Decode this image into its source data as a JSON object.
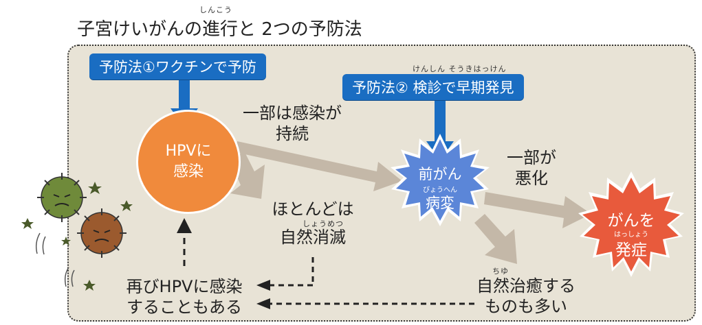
{
  "title": {
    "main": "子宮けいがんの進行と 2つの予防法",
    "furigana": "しんこう"
  },
  "prevention": {
    "vaccine": "予防法①ワクチンで予防",
    "screening": "予防法② 検診で早期発見",
    "screening_furigana": "けんしん    そうきはっけん"
  },
  "nodes": {
    "hpv_line1": "HPVに",
    "hpv_line2": "感染",
    "precancer_line1": "前がん",
    "precancer_furigana": "びょうへん",
    "precancer_line2": "病変",
    "cancer_line1": "がんを",
    "cancer_furigana": "はっしょう",
    "cancer_line2": "発症"
  },
  "labels": {
    "persist_line1": "一部は感染が",
    "persist_line2": "持続",
    "vanish_line1": "ほとんどは",
    "vanish_furigana": "しょうめつ",
    "vanish_line2": "自然消滅",
    "worsen_line1": "一部が",
    "worsen_line2": "悪化",
    "heal_furigana": "ちゆ",
    "heal_line1": "自然治癒する",
    "heal_line2": "ものも多い",
    "reinfect_line1": "再びHPVに感染",
    "reinfect_line2": "することもある"
  },
  "colors": {
    "panel": "#e8e3d6",
    "tag_blue": "#1a6dc2",
    "hpv_orange": "#f08a3c",
    "precancer_blue": "#5b86d8",
    "cancer_red": "#e85a3c",
    "arrow_gray": "#c4b8a8"
  }
}
